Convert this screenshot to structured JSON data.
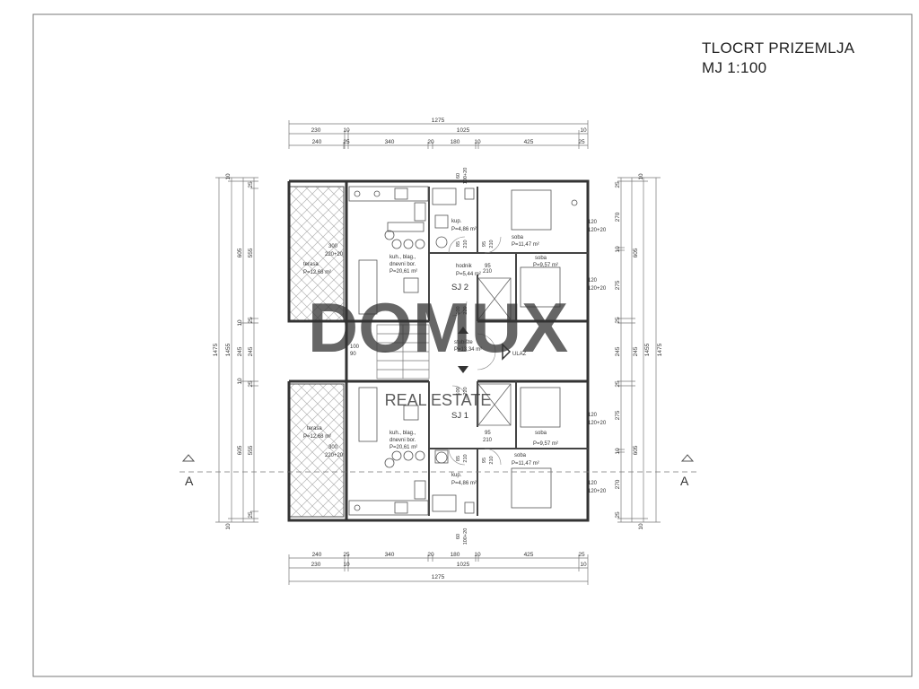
{
  "header": {
    "title": "TLOCRT PRIZEMLJA",
    "scale": "MJ 1:100"
  },
  "dimensions": {
    "top_total": "1275",
    "top_row2": [
      "230",
      "10",
      "1025",
      "10"
    ],
    "top_row3": [
      "240",
      "25",
      "340",
      "20",
      "180",
      "10",
      "425",
      "25"
    ],
    "bottom_total": "1275",
    "bottom_row2": [
      "230",
      "10",
      "1025",
      "10"
    ],
    "bottom_row1": [
      "240",
      "25",
      "340",
      "20",
      "180",
      "10",
      "425",
      "25"
    ],
    "left_total": "1475",
    "left_sub": "1455",
    "left_parts": [
      "605",
      "245",
      "605"
    ],
    "left_inner_a": [
      "555",
      "25",
      "245",
      "25",
      "555"
    ],
    "left_small": [
      "10",
      "25",
      "10",
      "10",
      "25",
      "10"
    ],
    "right_total": "1475",
    "right_sub": "1455",
    "right_parts": [
      "605",
      "245",
      "605"
    ],
    "right_inner_a": [
      "270",
      "10",
      "275",
      "25",
      "245",
      "25",
      "275",
      "10",
      "270"
    ],
    "right_small": [
      "10",
      "25",
      "25",
      "10"
    ],
    "top_stack": [
      "60",
      "100+20"
    ],
    "bottom_stack": [
      "60",
      "100+20"
    ],
    "stair_label": "100",
    "stair_label2": "60"
  },
  "units": {
    "sj2": {
      "label": "SJ 2",
      "terasa": {
        "name": "terasa",
        "area": "P=12,68 m²"
      },
      "terasa_opening": [
        "300",
        "220+20"
      ],
      "living": {
        "line1": "kuh., blag.,",
        "line2": "dnevni bor.",
        "area": "P=20,61 m²"
      },
      "kup": {
        "name": "kup.",
        "area": "P=4,86 m²"
      },
      "hodnik": {
        "name": "hodnik",
        "area": "P=5,44 m²"
      },
      "soba1": {
        "name": "soba",
        "area": "P=11,47 m²"
      },
      "soba2": {
        "name": "soba",
        "area": "P=9,57 m²"
      },
      "door_labels": [
        "85",
        "210",
        "95",
        "210",
        "95",
        "210",
        "100",
        "220"
      ],
      "window_labels": [
        "120",
        "120+20",
        "120",
        "120+20"
      ]
    },
    "sj1": {
      "label": "SJ 1",
      "terasa": {
        "name": "terasa",
        "area": "P=12,68 m²"
      },
      "terasa_opening": [
        "300",
        "220+20"
      ],
      "living": {
        "line1": "kuh., blag.,",
        "line2": "dnevni bor.",
        "area": "P=20,61 m²"
      },
      "kup": {
        "name": "kup.",
        "area": "P=4,86 m²"
      },
      "soba1": {
        "name": "soba",
        "area": "P=9,57 m²"
      },
      "soba2": {
        "name": "soba",
        "area": "P=11,47 m²"
      },
      "door_labels": [
        "100",
        "220",
        "95",
        "210",
        "95",
        "210",
        "85",
        "210"
      ],
      "window_labels": [
        "120",
        "120+20",
        "120",
        "120+20"
      ]
    }
  },
  "common": {
    "stair_name": "stubište",
    "stair_area": "P=13,34 m²",
    "entrance": "ULAZ",
    "left_door": [
      "100",
      "90"
    ]
  },
  "section": {
    "left": "A",
    "right": "A"
  },
  "watermark": {
    "main": "DOMUX",
    "sub": "REAL ESTATE"
  }
}
